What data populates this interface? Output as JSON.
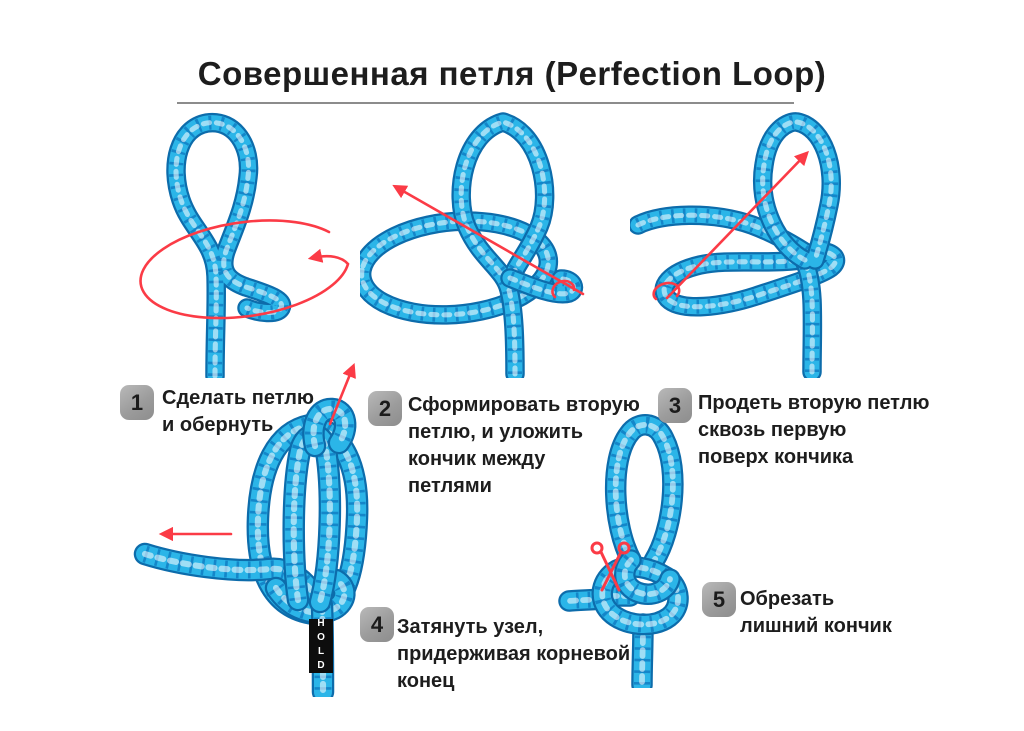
{
  "title": "Совершенная петля (Perfection Loop)",
  "hold_label": "HOLD",
  "steps": [
    {
      "num": "1",
      "lines": [
        "Сделать петлю",
        "и обернуть"
      ]
    },
    {
      "num": "2",
      "lines": [
        "Сформировать вторую",
        "петлю, и уложить",
        "кончик между",
        "петлями"
      ]
    },
    {
      "num": "3",
      "lines": [
        "Продеть вторую петлю",
        "сквозь первую",
        "поверх кончика"
      ]
    },
    {
      "num": "4",
      "lines": [
        "Затянуть узел,",
        "придерживая корневой",
        "конец"
      ]
    },
    {
      "num": "5",
      "lines": [
        "Обрезать",
        "лишний кончик"
      ]
    }
  ],
  "icons": {
    "scissors": "scissors-icon",
    "arrow": "direction-arrow-icon"
  },
  "colors": {
    "rope_fill": "#2bb5e8",
    "rope_outline": "#0d6cab",
    "rope_band": "#1486c9",
    "rope_highlight": "rgba(255,255,255,0.55)",
    "arrow_red": "#fb3b46",
    "badge_bg": "#9c9c9c",
    "text": "#1d1d1d",
    "underline": "#8c8c8c"
  }
}
